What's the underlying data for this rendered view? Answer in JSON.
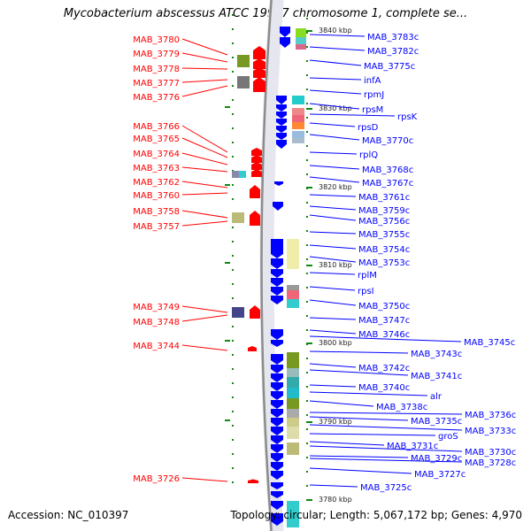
{
  "title": "Mycobacterium abscessus ATCC 19977 chromosome 1, complete se...",
  "accession": "Accession: NC_010397",
  "topology": "Topology: circular; Length: 5,067,172 bp; Genes: 4,970",
  "colors": {
    "forward": "#ff0000",
    "reverse": "#0000ff",
    "backbone": "#8c8c8c",
    "tick": "#118811"
  },
  "kbp_labels": [
    "3840 kbp",
    "3830 kbp",
    "3820 kbp",
    "3810 kbp",
    "3800 kbp",
    "3790 kbp",
    "3780 kbp"
  ],
  "left_labels": [
    "MAB_3780",
    "MAB_3779",
    "MAB_3778",
    "MAB_3777",
    "MAB_3776",
    "MAB_3766",
    "MAB_3765",
    "MAB_3764",
    "MAB_3763",
    "MAB_3762",
    "MAB_3760",
    "MAB_3758",
    "MAB_3757",
    "MAB_3749",
    "MAB_3748",
    "MAB_3744",
    "MAB_3726"
  ],
  "right_labels": [
    "MAB_3783c",
    "MAB_3782c",
    "MAB_3775c",
    "infA",
    "rpmJ",
    "rpsM",
    "rpsK",
    "rpsD",
    "MAB_3770c",
    "rplQ",
    "MAB_3768c",
    "MAB_3767c",
    "MAB_3761c",
    "MAB_3759c",
    "MAB_3756c",
    "MAB_3755c",
    "MAB_3754c",
    "MAB_3753c",
    "rplM",
    "rpsI",
    "MAB_3750c",
    "MAB_3747c",
    "MAB_3746c",
    "MAB_3745c",
    "MAB_3743c",
    "MAB_3742c",
    "MAB_3741c",
    "MAB_3740c",
    "alr",
    "MAB_3738c",
    "MAB_3736c",
    "MAB_3735c",
    "MAB_3733c",
    "groS",
    "MAB_3731c",
    "MAB_3730c",
    "MAB_3729c",
    "MAB_3728c",
    "MAB_3727c",
    "MAB_3725c"
  ]
}
